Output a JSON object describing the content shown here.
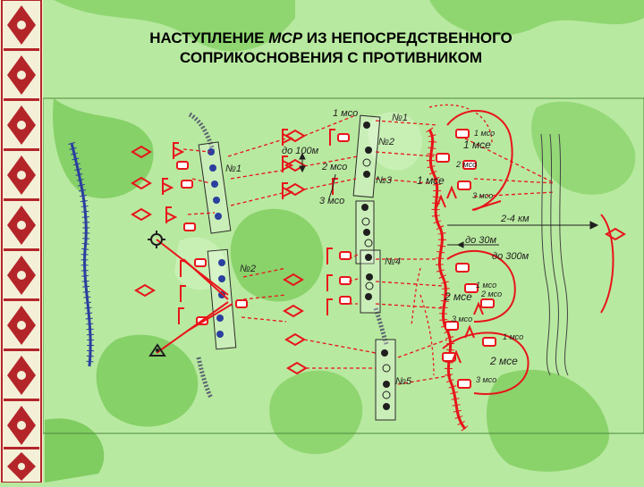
{
  "title": {
    "line1_prefix": "НАСТУПЛЕНИЕ",
    "line1_abbr": "МСР",
    "line1_suffix": "ИЗ НЕПОСРЕДСТВЕННОГО",
    "line2": "СОПРИКОСНОВЕНИЯ С ПРОТИВНИКОМ"
  },
  "colors": {
    "friendly": "#e8141a",
    "enemy": "#1f1f1f",
    "own_line": "#2b3f9e",
    "camo_light": "#b8e9a0",
    "camo_dark": "#79c95a"
  },
  "labels": {
    "top_1mso": "1 мсо",
    "unit1_top": "№1",
    "unit2_top": "№2",
    "unit3": "№3",
    "unit4": "№4",
    "unit5": "№5",
    "unit1_left": "№1",
    "unit2_left": "№2",
    "dist_100": "до 100м",
    "lbl_2mso": "2 мсо",
    "lbl_3mso": "3 мсо",
    "enemy_1mso_small": "1 мсо",
    "enemy_1mse": "1 мсе",
    "enemy_2mso": "2 мсо",
    "enemy_1mse_b": "1 мсе",
    "enemy_3mso": "3 мсо",
    "dist_24km": "2-4 км",
    "dist_30m": "до 30м",
    "dist_300m": "до 300м",
    "enemy_1mso_b": "1 мсо",
    "enemy_2mse": "2 мсе",
    "enemy_2mso_b": "2 мсо",
    "enemy_3mso_b": "3 мсо",
    "enemy_1mso_c": "1 мсо",
    "enemy_2mse_c": "2 мсе",
    "enemy_3mso_c": "3 мсо"
  },
  "icons": [
    "flag-pattern-border",
    "tank-icon",
    "infantry-fighting-vehicle-icon",
    "mortar-icon",
    "observation-post-icon",
    "artillery-position-icon"
  ]
}
